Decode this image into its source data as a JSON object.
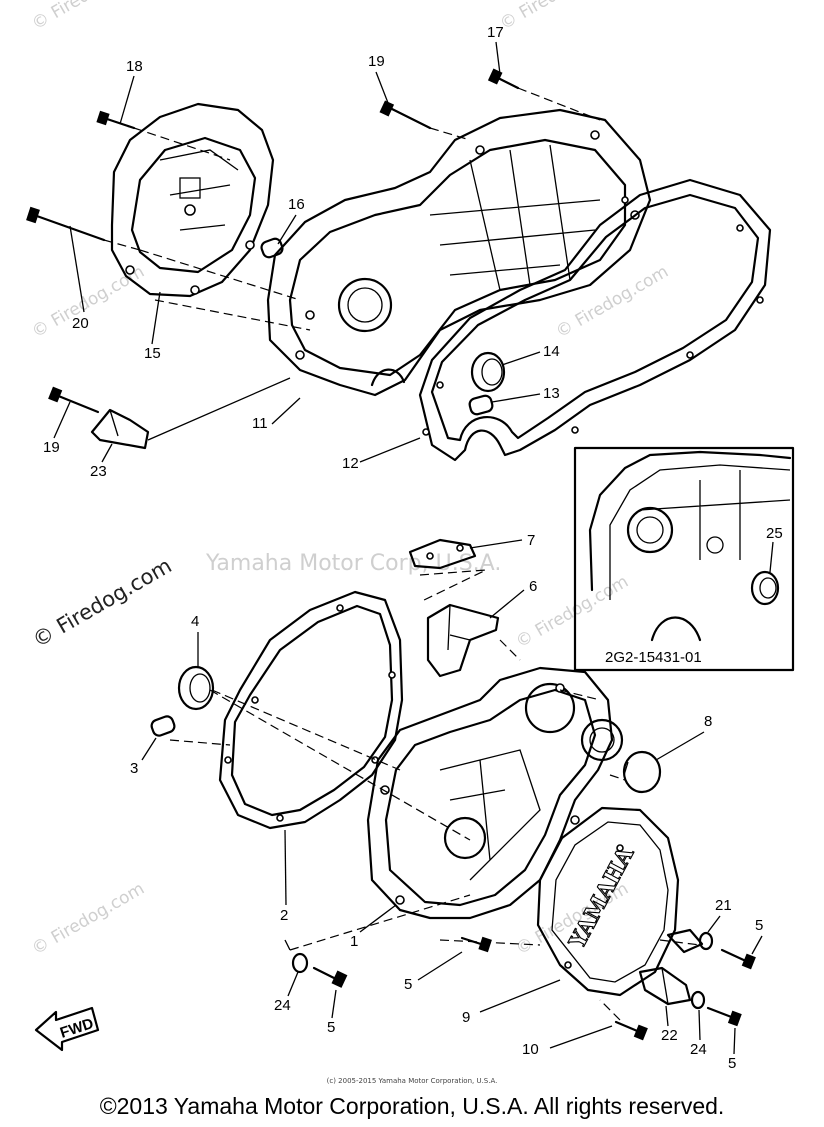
{
  "watermarks": {
    "brand": "© Firedog.com",
    "center_text": "Yamaha Motor Corp, U.S.A."
  },
  "inset": {
    "part_code": "2G2-15431-01",
    "callout": "25"
  },
  "callouts": [
    "1",
    "2",
    "3",
    "4",
    "5",
    "6",
    "7",
    "8",
    "9",
    "10",
    "11",
    "12",
    "13",
    "14",
    "15",
    "16",
    "17",
    "18",
    "19",
    "20",
    "21",
    "22",
    "23",
    "24",
    "25"
  ],
  "cover_logo": "YAMAHA",
  "fwd_arrow": "FWD",
  "footer": {
    "small_credit": "(c) 2005-2015 Yamaha Motor Corporation, U.S.A.",
    "copyright": "©2013 Yamaha Motor Corporation, U.S.A. All rights reserved."
  }
}
